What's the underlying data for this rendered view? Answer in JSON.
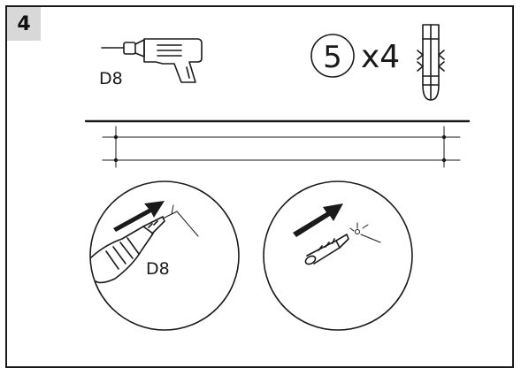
{
  "step": {
    "number": "4"
  },
  "tool": {
    "icon": "drill-icon",
    "bit_label": "D8"
  },
  "parts": {
    "item_number": "5",
    "quantity_text": "x4",
    "icon": "wall-plug-icon"
  },
  "detail_left": {
    "label": "D8",
    "icon": "drill-bit-icon"
  },
  "detail_right": {
    "icon": "wall-plug-icon"
  }
}
